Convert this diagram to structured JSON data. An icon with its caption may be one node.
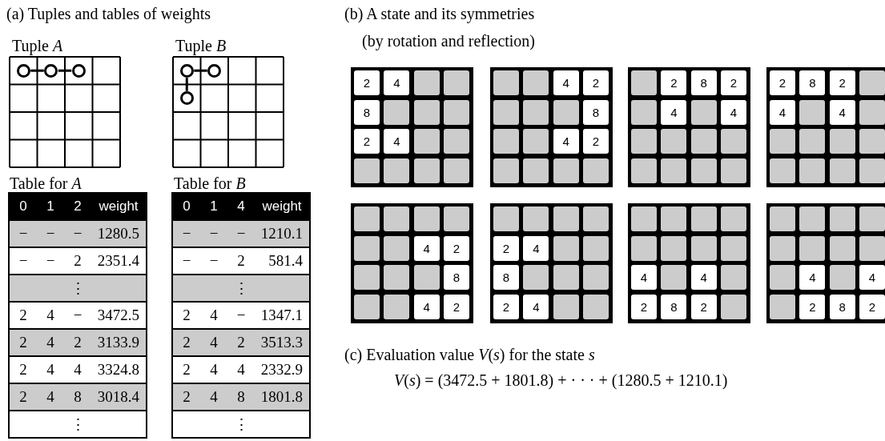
{
  "diagram": {
    "nodes": [
      {
        "text": [
          "Tuple *A*"
        ]
      },
      {
        "text": [],
        "shape": "circle",
        "in": 0
      },
      {
        "text": [],
        "shape": "circle",
        "in": 0
      },
      {
        "text": [],
        "shape": "circle",
        "in": 0
      },
      {
        "text": [
          "Tuple *B*"
        ]
      },
      {
        "text": [],
        "shape": "circle",
        "in": 4
      },
      {
        "text": [],
        "shape": "circle",
        "in": 4
      },
      {
        "text": [],
        "shape": "circle",
        "in": 4
      },
      {
        "text": [
          "2",
          "4",
          "8",
          "2",
          "4"
        ]
      },
      {
        "text": [
          "4",
          "2",
          "8",
          "4",
          "2"
        ]
      },
      {
        "text": [
          "2",
          "8",
          "2",
          "4",
          "4"
        ]
      },
      {
        "text": [
          "2",
          "8",
          "2",
          "4",
          "4"
        ]
      },
      {
        "text": [
          "4",
          "2",
          "8",
          "4",
          "2"
        ]
      },
      {
        "text": [
          "2",
          "4",
          "8",
          "2",
          "4"
        ]
      },
      {
        "text": [
          "4",
          "4",
          "2",
          "8",
          "2"
        ]
      },
      {
        "text": [
          "4",
          "4",
          "2",
          "8",
          "2"
        ]
      }
    ],
    "edges": [
      {
        "from": 1,
        "to": 2,
        "arrow": "none"
      },
      {
        "from": 2,
        "to": 3,
        "arrow": "none"
      },
      {
        "from": 5,
        "to": 6,
        "arrow": "none"
      },
      {
        "from": 5,
        "to": 7,
        "arrow": "none"
      }
    ],
    "labels": [
      "(a) Tuples and tables of weights",
      "(b) A state and its symmetries",
      "(by rotation and reflection)",
      "Table for *A*",
      "0",
      "1",
      "2",
      "weight",
      "−",
      "−",
      "−",
      "1280.5",
      "−",
      "−",
      "2",
      "2351.4",
      "⋮",
      "2",
      "4",
      "−",
      "3472.5",
      "2",
      "4",
      "2",
      "3133.9",
      "2",
      "4",
      "4",
      "3324.8",
      "2",
      "4",
      "8",
      "3018.4",
      "⋮",
      "Table for *B*",
      "0",
      "1",
      "4",
      "weight",
      "−",
      "−",
      "−",
      "1210.1",
      "−",
      "−",
      "2",
      "581.4",
      "⋮",
      "2",
      "4",
      "−",
      "1347.1",
      "2",
      "4",
      "2",
      "3513.3",
      "2",
      "4",
      "4",
      "2332.9",
      "2",
      "4",
      "8",
      "1801.8",
      "⋮",
      "(c) Evaluation value *V*(*s*) for the state *s*",
      "*V*(*s*) = (3472.5 + 1801.8) + · · · + (1280.5 + 1210.1)"
    ]
  }
}
